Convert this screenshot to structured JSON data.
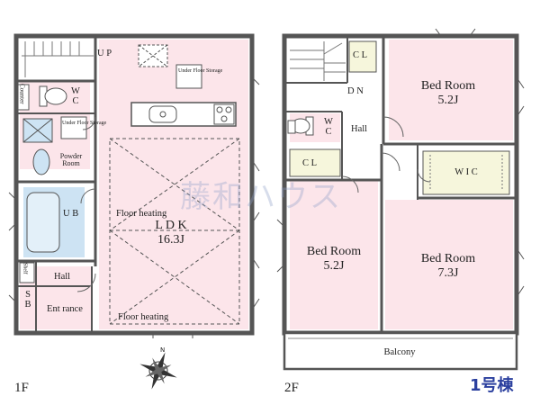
{
  "floor1": {
    "label": "1F",
    "rooms": {
      "up": "U P",
      "under_floor_storage_kitchen": "Under Floor Storage",
      "counter": "Counter",
      "wc": "W C",
      "under_floor_storage_powder": "Under Floor Storage",
      "powder_room": "Powder Room",
      "ub": "U B",
      "floor_heating_top": "Floor heating",
      "ldk": "L D K",
      "ldk_area": "16.3J",
      "floor_heating_bottom": "Floor heating",
      "shelf": "Shelf",
      "hall": "Hall",
      "sb": "S B",
      "entrance": "Ent rance"
    }
  },
  "floor2": {
    "label": "2F",
    "rooms": {
      "cl_top": "C L",
      "dn": "D N",
      "wc": "W C",
      "hall": "Hall",
      "cl_left": "C L",
      "bedroom_top_name": "Bed Room",
      "bedroom_top_area": "5.2J",
      "wic": "W I C",
      "bedroom_left_name": "Bed Room",
      "bedroom_left_area": "5.2J",
      "bedroom_right_name": "Bed Room",
      "bedroom_right_area": "7.3J",
      "balcony": "Balcony"
    }
  },
  "building_label": "1号棟",
  "watermark": "藤和ハウス",
  "compass": {
    "north_label": "N"
  },
  "colors": {
    "room_fill": "#fce5ea",
    "wet_fill": "#cde3f3",
    "wall": "#555555",
    "wic_fill": "#f6f6dc",
    "title_blue": "#2a3f9e"
  }
}
